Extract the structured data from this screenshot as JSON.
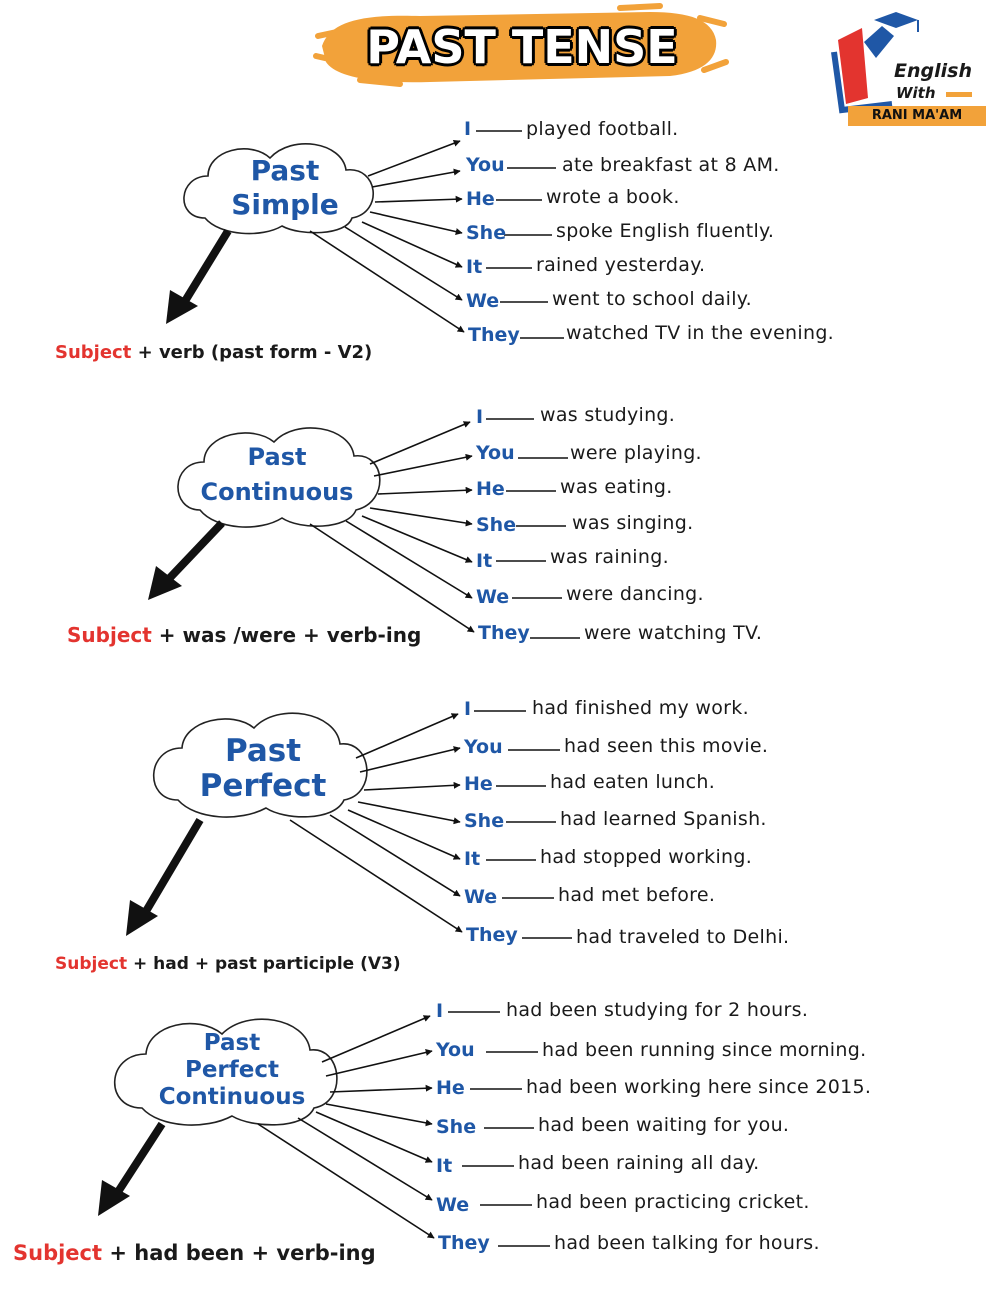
{
  "title": "PAST TENSE",
  "logo": {
    "line1": "English",
    "line2": "With",
    "band": "RANI MA'AM"
  },
  "colors": {
    "pronoun": "#1f57a6",
    "subject": "#e3342f",
    "brush": "#f2a23a",
    "text": "#1a1a1a"
  },
  "sections": [
    {
      "label_lines": [
        "Past",
        "Simple"
      ],
      "formula": {
        "subject": "Subject",
        "rest": " + verb (past form - V2)"
      },
      "rows": [
        {
          "pronoun": "I",
          "sentence": "played football."
        },
        {
          "pronoun": "You",
          "sentence": "ate breakfast at 8 AM."
        },
        {
          "pronoun": "He",
          "sentence": "wrote a book."
        },
        {
          "pronoun": "She",
          "sentence": "spoke English fluently."
        },
        {
          "pronoun": "It",
          "sentence": "rained yesterday."
        },
        {
          "pronoun": "We",
          "sentence": "went to school daily."
        },
        {
          "pronoun": "They",
          "sentence": "watched TV in the evening."
        }
      ]
    },
    {
      "label_lines": [
        "Past",
        "Continuous"
      ],
      "formula": {
        "subject": "Subject",
        "rest": " + was /were + verb-ing"
      },
      "rows": [
        {
          "pronoun": "I",
          "sentence": "was studying."
        },
        {
          "pronoun": "You",
          "sentence": "were playing."
        },
        {
          "pronoun": "He",
          "sentence": "was eating."
        },
        {
          "pronoun": "She",
          "sentence": "was singing."
        },
        {
          "pronoun": "It",
          "sentence": "was raining."
        },
        {
          "pronoun": "We",
          "sentence": "were dancing."
        },
        {
          "pronoun": "They",
          "sentence": "were watching TV."
        }
      ]
    },
    {
      "label_lines": [
        "Past",
        "Perfect"
      ],
      "formula": {
        "subject": "Subject",
        "rest": " + had + past participle (V3)"
      },
      "rows": [
        {
          "pronoun": "I",
          "sentence": "had finished my work."
        },
        {
          "pronoun": "You",
          "sentence": "had seen this movie."
        },
        {
          "pronoun": "He",
          "sentence": "had eaten lunch."
        },
        {
          "pronoun": "She",
          "sentence": "had learned Spanish."
        },
        {
          "pronoun": "It",
          "sentence": "had stopped working."
        },
        {
          "pronoun": "We",
          "sentence": "had met before."
        },
        {
          "pronoun": "They",
          "sentence": "had traveled to Delhi."
        }
      ]
    },
    {
      "label_lines": [
        "Past",
        "Perfect",
        "Continuous"
      ],
      "formula": {
        "subject": "Subject",
        "rest": " + had been + verb-ing"
      },
      "rows": [
        {
          "pronoun": "I",
          "sentence": "had been studying for 2 hours."
        },
        {
          "pronoun": "You",
          "sentence": "had been running since morning."
        },
        {
          "pronoun": "He",
          "sentence": "had been working here since 2015."
        },
        {
          "pronoun": "She",
          "sentence": "had been waiting for you."
        },
        {
          "pronoun": "It",
          "sentence": "had been raining all day."
        },
        {
          "pronoun": "We",
          "sentence": "had been practicing cricket."
        },
        {
          "pronoun": "They",
          "sentence": "had been talking for hours."
        }
      ]
    }
  ]
}
